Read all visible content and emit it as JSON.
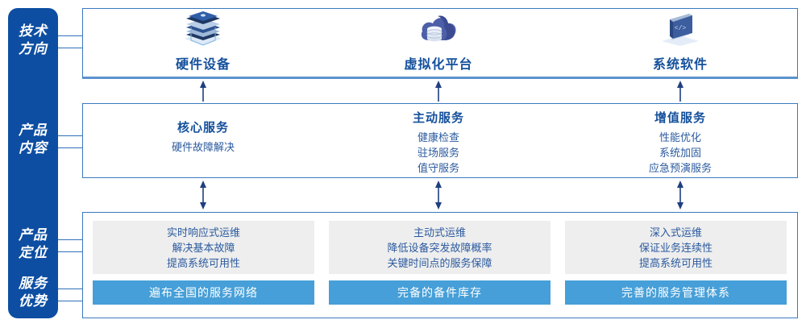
{
  "colors": {
    "rail_blue": "#0d4ea2",
    "panel_border": "#3a7ac0",
    "title_blue": "#14509c",
    "body_blue": "#2b5a9e",
    "bar_blue": "#469fd8",
    "grey_box": "#eeeeee"
  },
  "rail": {
    "items": [
      {
        "line1": "技术",
        "line2": "方向"
      },
      {
        "line1": "产品",
        "line2": "内容"
      },
      {
        "line1": "产品",
        "line2": "定位"
      },
      {
        "line1": "服务",
        "line2": "优势"
      }
    ]
  },
  "tech_direction": {
    "columns": [
      {
        "icon": "server-stack-icon",
        "title": "硬件设备"
      },
      {
        "icon": "cloud-database-icon",
        "title": "虚拟化平台"
      },
      {
        "icon": "laptop-code-icon",
        "title": "系统软件"
      }
    ]
  },
  "product_content": {
    "columns": [
      {
        "title": "核心服务",
        "items": [
          "硬件故障解决"
        ]
      },
      {
        "title": "主动服务",
        "items": [
          "健康检查",
          "驻场服务",
          "值守服务"
        ]
      },
      {
        "title": "增值服务",
        "items": [
          "性能优化",
          "系统加固",
          "应急预演服务"
        ]
      }
    ]
  },
  "product_positioning": {
    "cards": [
      {
        "lines": [
          "实时响应式运维",
          "解决基本故障",
          "提高系统可用性"
        ],
        "advantage": "遍布全国的服务网络"
      },
      {
        "lines": [
          "主动式运维",
          "降低设备突发故障概率",
          "关键时间点的服务保障"
        ],
        "advantage": "完备的备件库存"
      },
      {
        "lines": [
          "深入式运维",
          "保证业务连续性",
          "提高系统可用性"
        ],
        "advantage": "完善的服务管理体系"
      }
    ]
  }
}
